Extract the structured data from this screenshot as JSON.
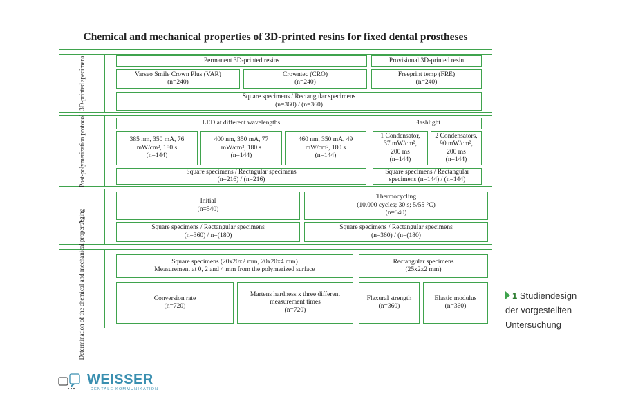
{
  "diagram": {
    "title": "Chemical and mechanical properties of 3D-printed resins for fixed dental prostheses",
    "sections": {
      "specimens": {
        "label": "3D-printed\nspecimens",
        "permanent_header": "Permanent 3D-printed resins",
        "provisional_header": "Provisional 3D-printed resin",
        "var": "Varseo Smile Crown Plus (VAR)\n(n=240)",
        "cro": "Crowntec (CRO)\n(n=240)",
        "fre": "Freeprint temp (FRE)\n(n=240)",
        "shape_total": "Square specimens / Rectangular specimens\n(n=360) / (n=360)"
      },
      "post_polymerization": {
        "label": "Post-polymerization\nprotocol",
        "led_header": "LED at different wavelengths",
        "flash_header": "Flashlight",
        "led1": "385 nm, 350 mA, 76\nmW/cm², 180 s\n(n=144)",
        "led2": "400 nm, 350 mA, 77\nmW/cm², 180 s\n(n=144)",
        "led3": "460 nm, 350 mA, 49\nmW/cm², 180 s\n(n=144)",
        "flash1": "1 Condensator,\n37 mW/cm²,\n200 ms\n(n=144)",
        "flash2": "2 Condensators,\n90 mW/cm²,\n200 ms\n(n=144)",
        "led_total": "Square specimens / Rectngular specimens\n(n=216) / (n=216)",
        "flash_total": "Square specimens / Rectangular\nspecimens (n=144) / (n=144)"
      },
      "aging": {
        "label": "Aging",
        "initial": "Initial\n(n=540)",
        "thermo": "Thermocycling\n(10.000 cycles; 30 s; 5/55 °C)\n(n=540)",
        "initial_total": "Square specimens / Rectangular specimens\n(n=360) / n=(180)",
        "thermo_total": "Square specimens / Rectangular specimens\n(n=360) / (n=(180)"
      },
      "determination": {
        "label": "Determination of the\nchemical and mechanical\nproperties",
        "square": "Square specimens (20x20x2 mm, 20x20x4 mm)\nMeasurement at 0, 2 and 4 mm from the polymerized surface",
        "rect": "Rectangular specimens\n(25x2x2 mm)",
        "conversion": "Conversion rate\n(n=720)",
        "martens": "Martens hardness x three different\nmeasurement times\n(n=720)",
        "flexural": "Flexural strength\n(n=360)",
        "elastic": "Elastic modulus\n(n=360)"
      }
    }
  },
  "caption": {
    "number": "1",
    "text": "Studiendesign\nder vorgestellten\nUntersuchung"
  },
  "logo": {
    "name": "WEISSER",
    "subtitle": "DENTALE KOMMUNIKATION"
  },
  "colors": {
    "accent": "#3fa34d",
    "logo": "#3a8fb0"
  }
}
